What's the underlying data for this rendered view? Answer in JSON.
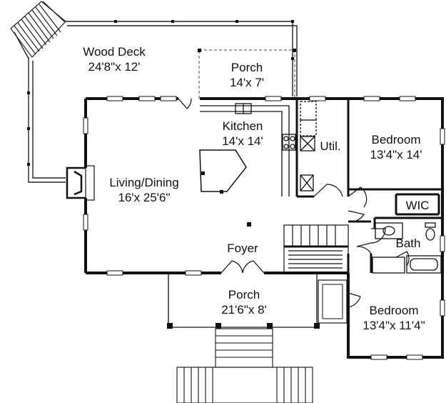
{
  "rooms": {
    "wood_deck": {
      "name": "Wood Deck",
      "dim": "24'8\"x 12'"
    },
    "porch_rear": {
      "name": "Porch",
      "dim": "14'x 7'"
    },
    "kitchen": {
      "name": "Kitchen",
      "dim": "14'x 14'"
    },
    "util": {
      "name": "Util."
    },
    "bedroom_1": {
      "name": "Bedroom",
      "dim": "13'4\"x 14'"
    },
    "wic": {
      "name": "WIC"
    },
    "living_dining": {
      "name": "Living/Dining",
      "dim": "16'x 25'6\""
    },
    "bath": {
      "name": "Bath"
    },
    "foyer": {
      "name": "Foyer"
    },
    "porch_front": {
      "name": "Porch",
      "dim": "21'6\"x 8'"
    },
    "bedroom_2": {
      "name": "Bedroom",
      "dim": "13'4\"x 11'4\""
    }
  }
}
